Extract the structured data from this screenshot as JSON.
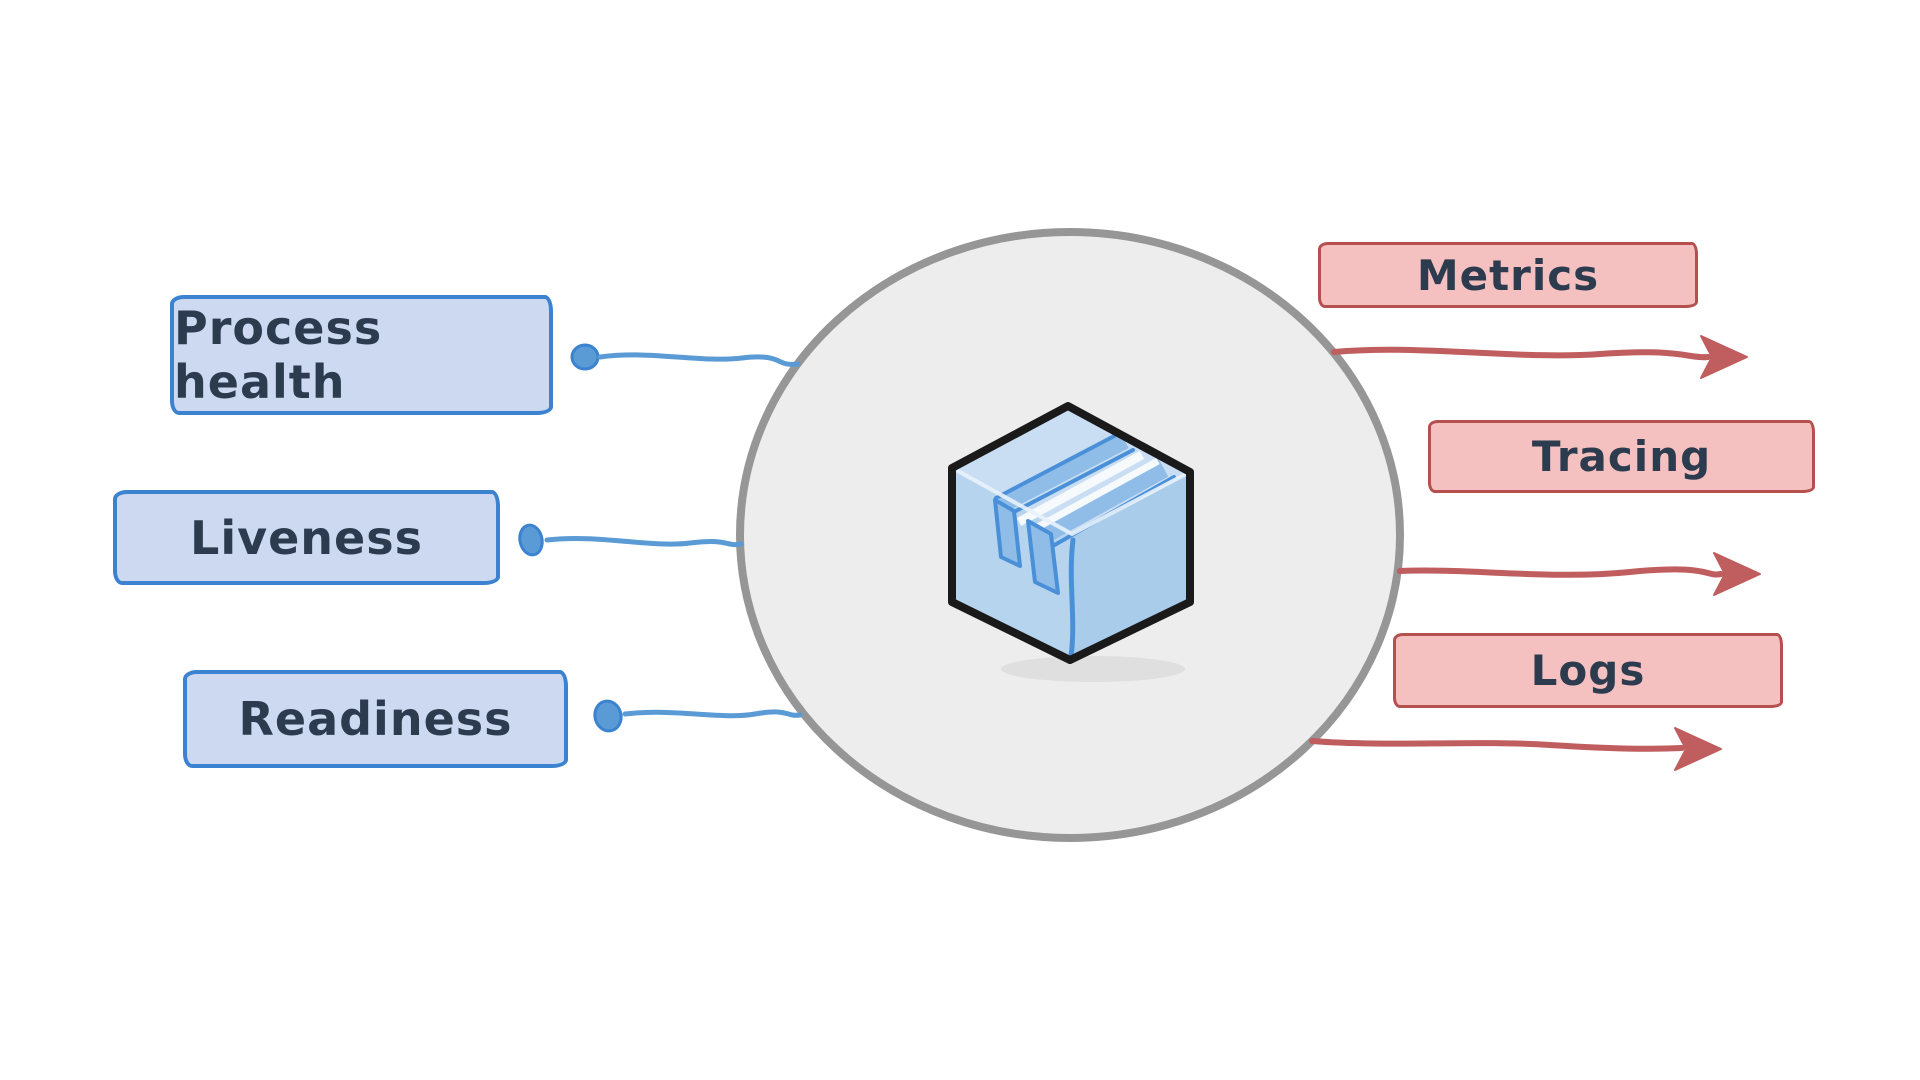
{
  "diagram": {
    "title": "service-observability-diagram",
    "inputs": [
      {
        "label": "Process health",
        "connector": "dot-and-line"
      },
      {
        "label": "Liveness",
        "connector": "dot-and-line"
      },
      {
        "label": "Readiness",
        "connector": "dot-and-line"
      }
    ],
    "center": {
      "shape": "circle",
      "icon": "package-cube-icon"
    },
    "outputs": [
      {
        "label": "Metrics",
        "connector": "arrow-right"
      },
      {
        "label": "Tracing",
        "connector": "arrow-right"
      },
      {
        "label": "Logs",
        "connector": "arrow-right"
      }
    ]
  },
  "colors": {
    "blue-fill": "#ccd9f0",
    "blue-border": "#3b82d0",
    "blue-line": "#5b9bd5",
    "red-fill": "#f4c0c0",
    "red-border": "#b5504f",
    "red-line": "#c05d5e",
    "text": "#2d3b4e",
    "circle-fill": "#ededee",
    "circle-border": "#969696",
    "cube-outline": "#1a1a1a",
    "cube-top": "#c9def3",
    "cube-left": "#b7d4ee",
    "cube-right": "#a9cceb",
    "cube-tape": "#4a90d9",
    "cube-tape-fill": "#8fbde8"
  }
}
